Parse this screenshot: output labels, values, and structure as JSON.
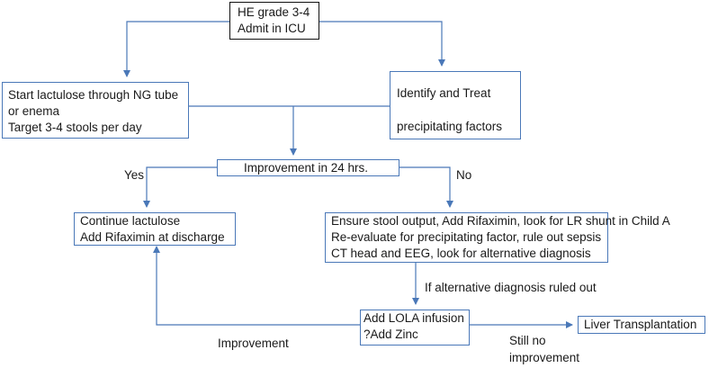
{
  "nodes": {
    "top": {
      "lines": [
        "HE grade 3-4",
        "Admit in ICU"
      ]
    },
    "lactulose": {
      "lines": [
        "Start lactulose through NG tube",
        "or enema",
        "Target 3-4 stools per day"
      ]
    },
    "identify": {
      "lines": [
        "Identify and Treat",
        "precipitating factors"
      ]
    },
    "improvement": {
      "lines": [
        "Improvement in 24 hrs."
      ]
    },
    "continue": {
      "lines": [
        "Continue lactulose",
        "Add Rifaximin at discharge"
      ]
    },
    "ensure": {
      "lines": [
        "Ensure stool output, Add Rifaximin, look for LR shunt in Child A",
        "Re-evaluate for precipitating factor, rule out sepsis",
        "CT head and EEG, look for alternative diagnosis"
      ]
    },
    "lola": {
      "lines": [
        "Add LOLA infusion",
        "?Add Zinc"
      ]
    },
    "transplant": {
      "lines": [
        "Liver Transplantation"
      ]
    }
  },
  "edge_labels": {
    "yes": "Yes",
    "no": "No",
    "alt_ruled_out": "If alternative diagnosis ruled out",
    "improvement": "Improvement",
    "still_no_1": "Still no",
    "still_no_2": "improvement"
  },
  "colors": {
    "arrow": "#4a78b8",
    "box_border": "#4a78b8",
    "top_border": "#111111"
  }
}
